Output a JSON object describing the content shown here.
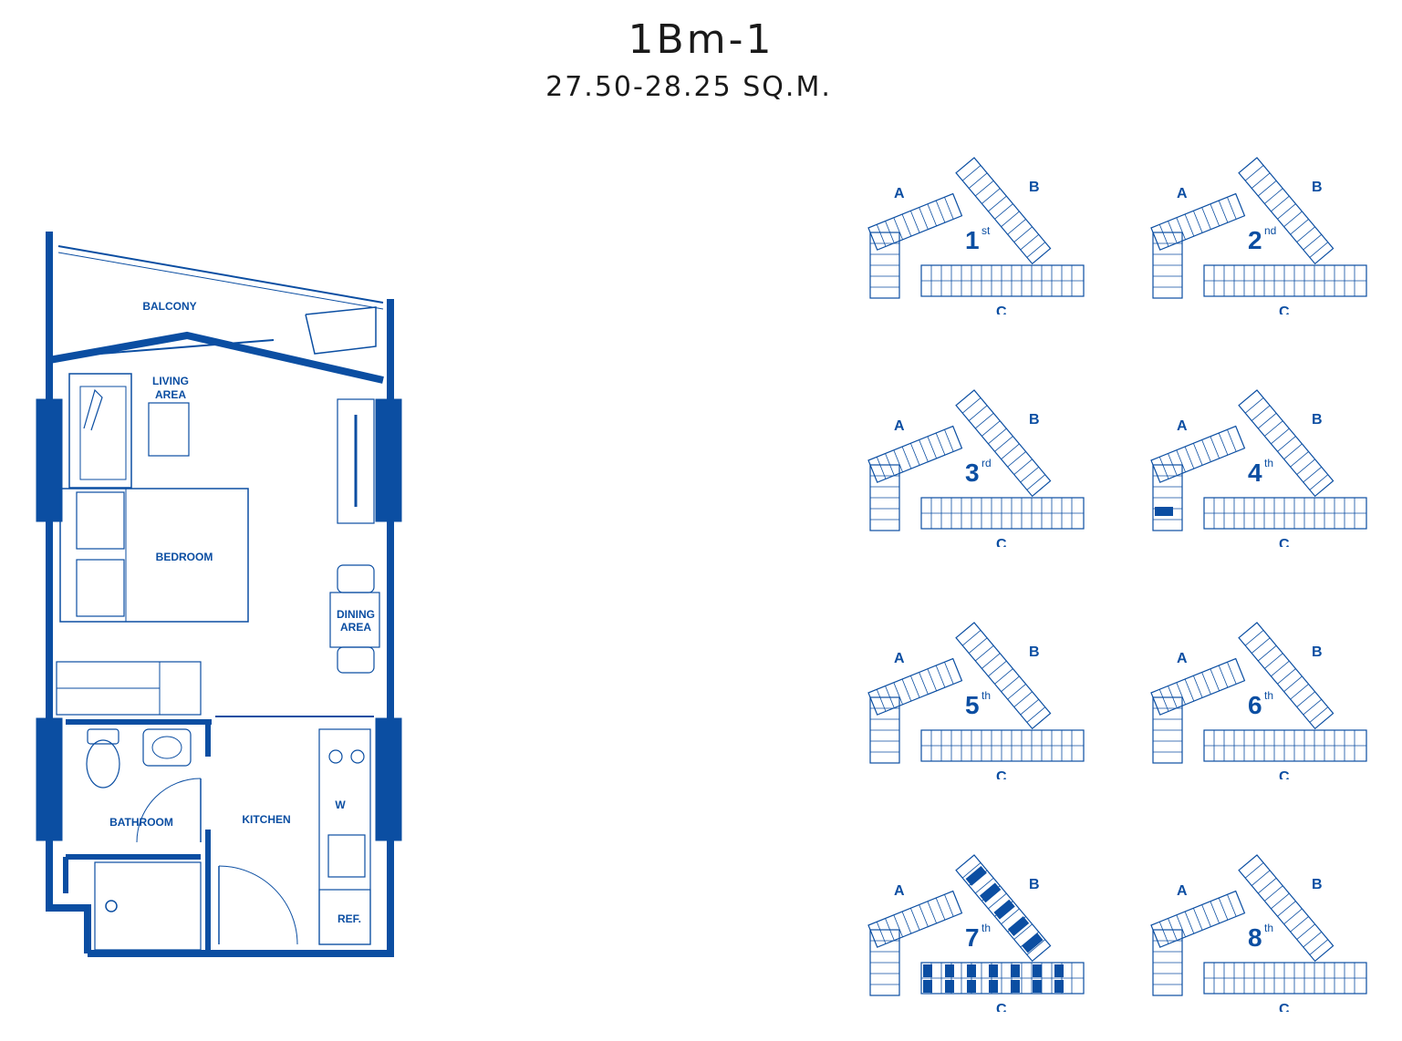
{
  "header": {
    "unit_type": "1Bm-1",
    "area": "27.50-28.25 SQ.M."
  },
  "plan": {
    "rooms": {
      "balcony": "BALCONY",
      "living_1": "LIVING",
      "living_2": "AREA",
      "bedroom": "BEDROOM",
      "dining_1": "DINING",
      "dining_2": "AREA",
      "bathroom": "BATHROOM",
      "kitchen": "KITCHEN",
      "washer": "W",
      "fridge": "REF."
    }
  },
  "keyplans": [
    {
      "num": "1",
      "suffix": "st",
      "wings": [
        "A",
        "B",
        "C"
      ]
    },
    {
      "num": "2",
      "suffix": "nd",
      "wings": [
        "A",
        "B",
        "C"
      ]
    },
    {
      "num": "3",
      "suffix": "rd",
      "wings": [
        "A",
        "B",
        "C"
      ]
    },
    {
      "num": "4",
      "suffix": "th",
      "wings": [
        "A",
        "B",
        "C"
      ]
    },
    {
      "num": "5",
      "suffix": "th",
      "wings": [
        "A",
        "B",
        "C"
      ]
    },
    {
      "num": "6",
      "suffix": "th",
      "wings": [
        "A",
        "B",
        "C"
      ]
    },
    {
      "num": "7",
      "suffix": "th",
      "wings": [
        "A",
        "B",
        "C"
      ]
    },
    {
      "num": "8",
      "suffix": "th",
      "wings": [
        "A",
        "B",
        "C"
      ]
    }
  ],
  "colors": {
    "plan_blue": "#0b4ea2",
    "text": "#1a1a1a"
  }
}
